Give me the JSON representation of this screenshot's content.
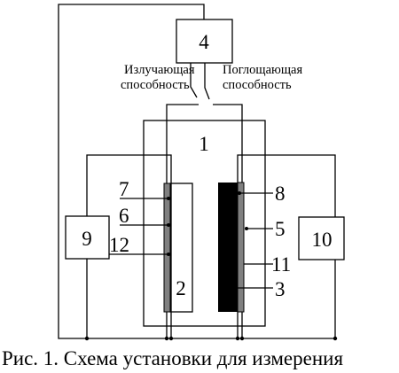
{
  "diagram": {
    "block_labels": {
      "b1": "1",
      "b2": "2",
      "b3": "3",
      "b4": "4",
      "b5": "5",
      "b6": "6",
      "b7": "7",
      "b8": "8",
      "b9": "9",
      "b10": "10",
      "b11": "11",
      "b12": "12"
    },
    "emissivity_label": [
      "Излучающая",
      "способность"
    ],
    "absorptivity_label": [
      "Поглощающая",
      "способность"
    ],
    "colors": {
      "line": "#000000",
      "black_plate": "#000000",
      "gray_strip": "#808080",
      "background": "#ffffff"
    }
  },
  "caption": "Рис. 1. Схема установки для измерения"
}
